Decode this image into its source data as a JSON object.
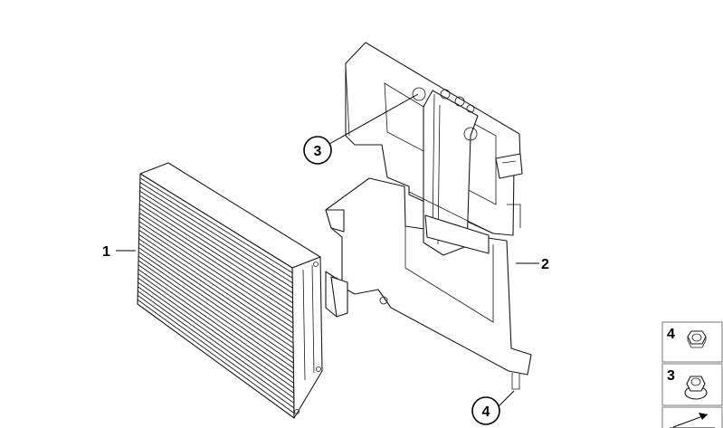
{
  "callouts": {
    "amplifier": "1",
    "bracket": "2",
    "upper_nut": "3",
    "lower_nut": "4"
  },
  "legend": {
    "nut_a": "4",
    "nut_b": "3"
  }
}
